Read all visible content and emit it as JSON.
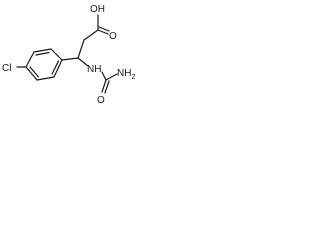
{
  "molecule": {
    "labels": {
      "oh": "OH",
      "o_acid": "O",
      "nh": "NH",
      "o_urea": "O",
      "nh2": "NH",
      "nh2_subscript": "2",
      "cl": "Cl"
    },
    "colors": {
      "ink": "#1a1a1a",
      "background": "#ffffff"
    }
  }
}
